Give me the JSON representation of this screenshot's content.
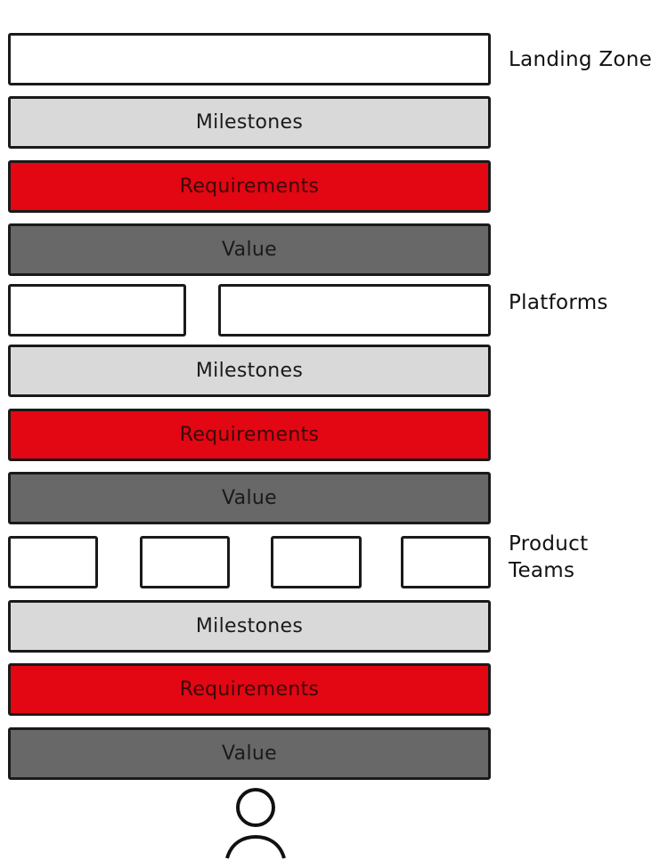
{
  "labels": {
    "landing_zone": "Landing Zone",
    "platforms": "Platforms",
    "product_teams_line1": "Product",
    "product_teams_line2": "Teams"
  },
  "landing_zone": {
    "milestones": "Milestones",
    "requirements": "Requirements",
    "value": "Value"
  },
  "platforms": {
    "milestones": "Milestones",
    "requirements": "Requirements",
    "value": "Value"
  },
  "product_teams": {
    "milestones": "Milestones",
    "requirements": "Requirements",
    "value": "Value"
  },
  "colors": {
    "milestones": "#d9d9d9",
    "requirements": "#e30613",
    "value": "#686868",
    "outline": "#1a1a1a"
  },
  "icons": {
    "user": "person-icon"
  }
}
